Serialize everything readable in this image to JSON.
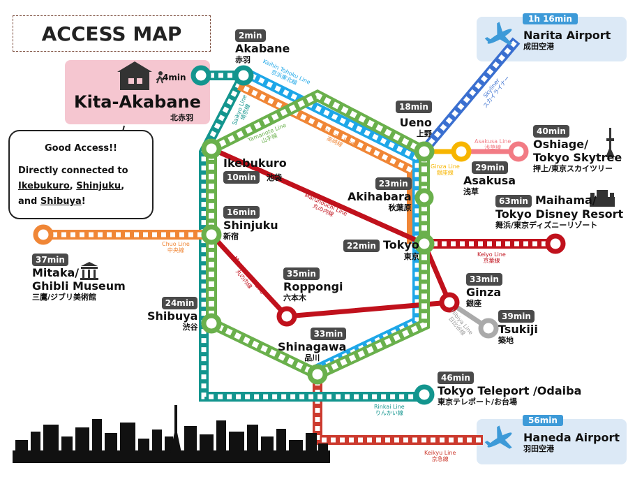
{
  "title": "ACCESS MAP",
  "colors": {
    "yamanote": "#6ab04c",
    "keihin": "#1ea7e8",
    "takasaki": "#f08636",
    "saikyo": "#13958e",
    "marunouchi": "#c0111c",
    "keiyo": "#c0111c",
    "chuo": "#f08636",
    "ginza": "#f7b500",
    "asakusa": "#f27b84",
    "skyliner": "#3a6fd0",
    "hibiya": "#9a9a9a",
    "keikyu": "#cc3a2e",
    "badge": "#4a4a4a",
    "kita_bg": "#f5c6d0",
    "airport_bg": "#dce9f6"
  },
  "home": {
    "name": "Kita-Akabane",
    "jp": "北赤羽",
    "walk": "4min",
    "icons": [
      "house-icon",
      "walking-person-icon"
    ]
  },
  "callout": {
    "title": "Good Access!!",
    "line1": "Directly connected to",
    "s1": "Ikebukuro",
    "sep1": ",",
    "s2": "Shinjuku",
    "sep2": ",",
    "and": "and",
    "s3": "Shibuya",
    "end": "!"
  },
  "stations": {
    "akabane": {
      "time": "2min",
      "name": "Akabane",
      "jp": "赤羽"
    },
    "ueno": {
      "time": "18min",
      "name": "Ueno",
      "jp": "上野"
    },
    "ikebukuro": {
      "time": "10min",
      "name": "Ikebukuro",
      "jp": "池袋"
    },
    "asakusa": {
      "time": "29min",
      "name": "Asakusa",
      "jp": "浅草"
    },
    "oshiage": {
      "time": "40min",
      "name": "Oshiage/",
      "name2": "Tokyo Skytree",
      "jp": "押上/東京スカイツリー"
    },
    "akihabara": {
      "time": "23min",
      "name": "Akihabara",
      "jp": "秋葉原"
    },
    "maihama": {
      "time": "63min",
      "name": "Maihama/",
      "name2": "Tokyo Disney Resort",
      "jp": "舞浜/東京ディズニーリゾート"
    },
    "shinjuku": {
      "time": "16min",
      "name": "Shinjuku",
      "jp": "新宿"
    },
    "tokyo": {
      "time": "22min",
      "name": "Tokyo",
      "jp": "東京"
    },
    "mitaka": {
      "time": "37min",
      "name": "Mitaka/",
      "name2": "Ghibli Museum",
      "jp": "三鷹/ジブリ美術館"
    },
    "roppongi": {
      "time": "35min",
      "name": "Roppongi",
      "jp": "六本木"
    },
    "ginza": {
      "time": "33min",
      "name": "Ginza",
      "jp": "銀座"
    },
    "tsukiji": {
      "time": "39min",
      "name": "Tsukiji",
      "jp": "築地"
    },
    "shibuya": {
      "time": "24min",
      "name": "Shibuya",
      "jp": "渋谷"
    },
    "shinagawa": {
      "time": "33min",
      "name": "Shinagawa",
      "jp": "品川"
    },
    "teleport": {
      "time": "46min",
      "name": "Tokyo Teleport /Odaiba",
      "jp": "東京テレポート/お台場"
    },
    "narita": {
      "time": "1h 16min",
      "name": "Narita Airport",
      "jp": "成田空港"
    },
    "haneda": {
      "time": "56min",
      "name": "Haneda Airport",
      "jp": "羽田空港"
    }
  },
  "lines": {
    "keihin": {
      "en": "Keihin Tohoku Line",
      "jp": "京浜東北線"
    },
    "saikyo": {
      "en": "Saikyo Line",
      "jp": "埼京線"
    },
    "yamanote": {
      "en": "Yamanote Line",
      "jp": "山手線"
    },
    "takasaki": {
      "en": "Takasaki Line",
      "jp": "高崎線"
    },
    "skyliner": {
      "en": "Skyliner",
      "jp": "スカイライナー"
    },
    "asakusa": {
      "en": "Asakusa Line",
      "jp": "浅草線"
    },
    "ginza": {
      "en": "Ginza Line",
      "jp": "銀座線"
    },
    "marunouchi": {
      "en": "Marunouchi Line",
      "jp": "丸の内線"
    },
    "keiyo": {
      "en": "Keiyo Line",
      "jp": "京葉線"
    },
    "hibiya": {
      "en": "Hibiya Line",
      "jp": "日比谷線"
    },
    "chuo": {
      "en": "Chuo Line",
      "jp": "中央線"
    },
    "rinkai": {
      "en": "Rinkai Line",
      "jp": "りんかい線"
    },
    "keikyu": {
      "en": "Keikyu Line",
      "jp": "京急線"
    }
  }
}
